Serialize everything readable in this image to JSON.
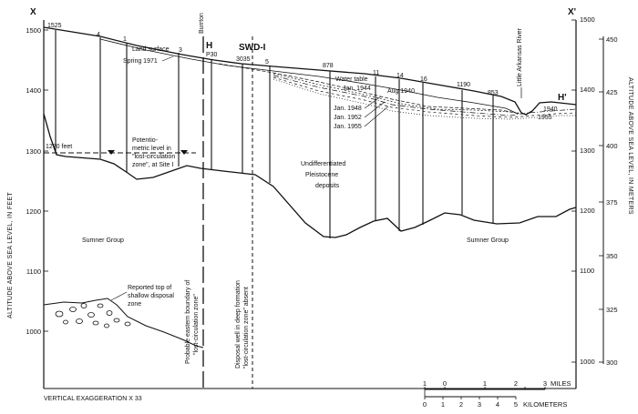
{
  "section": {
    "start_label": "X",
    "end_label": "X'",
    "left_axis_title": "ALTITUDE ABOVE SEA LEVEL, IN FEET",
    "right_axis_title": "ALTITUDE ABOVE SEA LEVEL, IN METERS",
    "feet_ticks": [
      "1500",
      "1400",
      "1300",
      "1200",
      "1100",
      "1000"
    ],
    "feet_ticks_right": [
      "1500",
      "1400",
      "1300",
      "1200",
      "1100",
      "1000"
    ],
    "meter_ticks": [
      "450",
      "425",
      "400",
      "375",
      "350",
      "325",
      "300"
    ]
  },
  "wells": [
    "1525",
    "4",
    "1",
    "3",
    "P30",
    "3035",
    "5",
    "878",
    "11",
    "14",
    "16",
    "1190",
    "853"
  ],
  "places": {
    "burrton": "Burrton",
    "h": "H",
    "swd": "SWD-I",
    "river": "Little Arkansas River",
    "h_end": "H'"
  },
  "labels": {
    "land_surface": "Land surface",
    "spring_1971": "Spring 1971",
    "water_table": "Water table",
    "jan_1944": "Jan. 1944",
    "aug_1940": "Aug 1940",
    "jan_1948": "Jan. 1948",
    "jan_1952": "Jan. 1952",
    "jan_1955": "Jan. 1955",
    "y1940": "1940",
    "y1955": "1955",
    "pot_1": "Potentio-",
    "pot_2": "metric level in",
    "pot_3": "\"lost-circulation",
    "pot_4": "zone\", at Site I",
    "feet_1270": "1270 feet",
    "undiff_1": "Undifferentiated",
    "undiff_2": "Pleistocene",
    "undiff_3": "deposits",
    "sumner_left": "Sumner Group",
    "sumner_right": "Sumner Group",
    "reported_1": "Reported top of",
    "reported_2": "shallow disposal",
    "reported_3": "zone",
    "boundary_1": "Probable eastern boundary of",
    "boundary_2": "\"lost-circulation zone\"",
    "disposal_1": "Disposal well in deep formation",
    "disposal_2": "\"lost-circulation zone\" absent",
    "exaggeration": "VERTICAL EXAGGERATION X 33"
  },
  "scale": {
    "miles_ticks": [
      "1",
      "0",
      "1",
      "2",
      "3"
    ],
    "miles_unit": "MILES",
    "km_ticks": [
      "0",
      "1",
      "2",
      "3",
      "4",
      "5"
    ],
    "km_unit": "KILOMETERS"
  }
}
